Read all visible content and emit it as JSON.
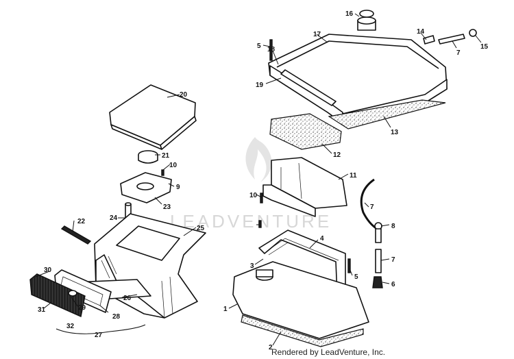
{
  "watermark": "LEADVENTURE",
  "credit": "Rendered by LeadVenture, Inc.",
  "callouts": [
    "1",
    "2",
    "3",
    "4",
    "5",
    "5",
    "6",
    "7",
    "7",
    "7",
    "8",
    "9",
    "10",
    "10",
    "11",
    "12",
    "13",
    "14",
    "15",
    "16",
    "17",
    "18",
    "19",
    "20",
    "21",
    "22",
    "23",
    "24",
    "25",
    "26",
    "27",
    "28",
    "29",
    "30",
    "31",
    "32"
  ]
}
